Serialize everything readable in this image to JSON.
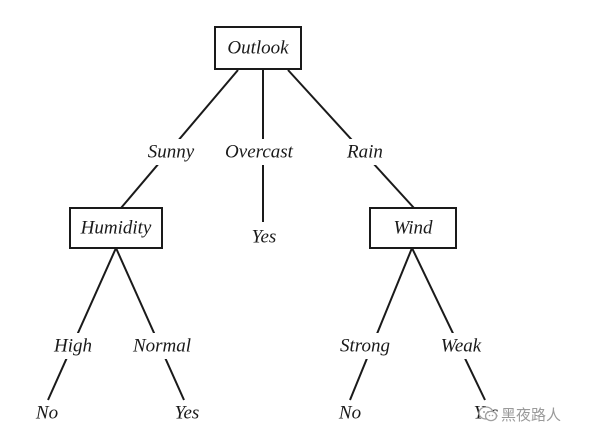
{
  "diagram": {
    "nodes": {
      "outlook": "Outlook",
      "humidity": "Humidity",
      "wind": "Wind"
    },
    "edge_labels": {
      "sunny": "Sunny",
      "overcast": "Overcast",
      "rain": "Rain",
      "high": "High",
      "normal": "Normal",
      "strong": "Strong",
      "weak": "Weak"
    },
    "leaves": {
      "overcast_yes": "Yes",
      "high_no": "No",
      "normal_yes": "Yes",
      "strong_no": "No",
      "weak_yes": "Yes"
    }
  },
  "watermark": {
    "text": "黑夜路人",
    "logo_icon": "wechat-logo-icon"
  }
}
